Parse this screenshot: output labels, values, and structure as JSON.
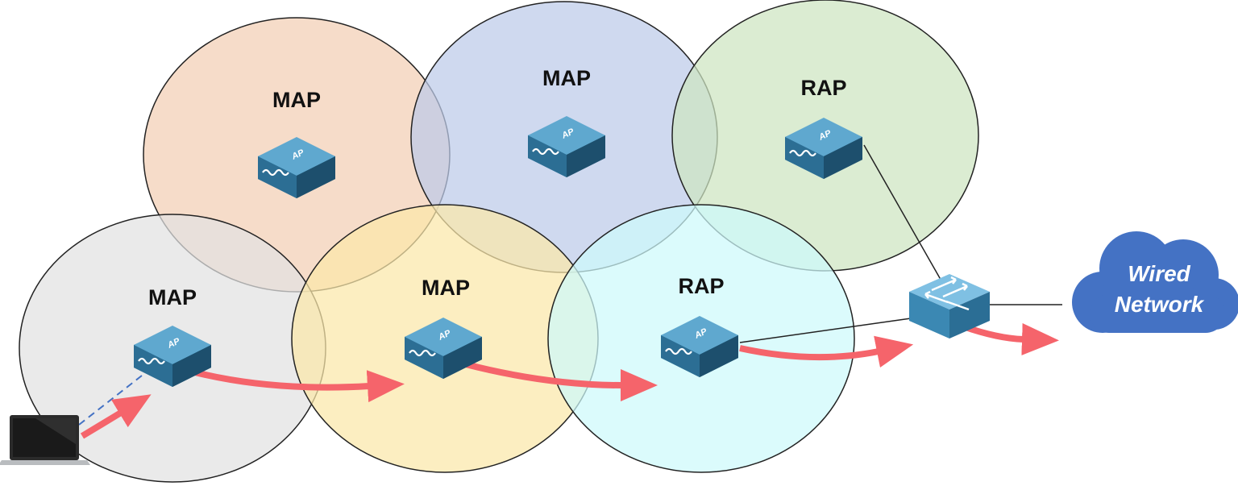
{
  "cells": [
    {
      "id": "cell-peach",
      "label": "MAP",
      "color": "#f3ceb4"
    },
    {
      "id": "cell-blue",
      "label": "MAP",
      "color": "#bccbe9"
    },
    {
      "id": "cell-green",
      "label": "RAP",
      "color": "#cde5c1"
    },
    {
      "id": "cell-grey",
      "label": "MAP",
      "color": "#e2e2e2"
    },
    {
      "id": "cell-yellow",
      "label": "MAP",
      "color": "#fbe7a9"
    },
    {
      "id": "cell-cyan",
      "label": "RAP",
      "color": "#cdfafb"
    }
  ],
  "ap_badge": "AP",
  "cloud": {
    "line1": "Wired",
    "line2": "Network",
    "color": "#4472c4"
  },
  "colors": {
    "flow_arrow": "#f5646b",
    "ap_body": "#2d6f93",
    "ap_top": "#5fa8cf",
    "switch_top": "#7fc0e3",
    "laptop": "#222222",
    "wireless_link": "#4472c4",
    "wired_link": "#222222"
  },
  "icons": [
    "access-point-icon",
    "switch-icon",
    "laptop-icon",
    "cloud-icon",
    "arrow-icon"
  ]
}
